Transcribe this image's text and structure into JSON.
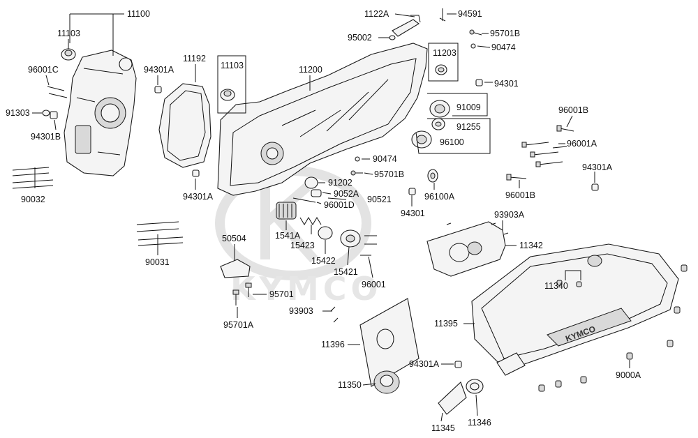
{
  "watermark": {
    "brand": "KYMCO"
  },
  "cover_logo": "KYMCO",
  "parts": [
    {
      "id": "p11100",
      "label": "11100"
    },
    {
      "id": "p11103a",
      "label": "11103"
    },
    {
      "id": "p96001c",
      "label": "96001C"
    },
    {
      "id": "p91303",
      "label": "91303"
    },
    {
      "id": "p94301b",
      "label": "94301B"
    },
    {
      "id": "p90032",
      "label": "90032"
    },
    {
      "id": "p94301a_1",
      "label": "94301A"
    },
    {
      "id": "p11192",
      "label": "11192"
    },
    {
      "id": "p94301a_2",
      "label": "94301A"
    },
    {
      "id": "p11103b",
      "label": "11103"
    },
    {
      "id": "p11200",
      "label": "11200"
    },
    {
      "id": "p1122a",
      "label": "1122A"
    },
    {
      "id": "p94591",
      "label": "94591"
    },
    {
      "id": "p95002",
      "label": "95002"
    },
    {
      "id": "p95701b_1",
      "label": "95701B"
    },
    {
      "id": "p90474_1",
      "label": "90474"
    },
    {
      "id": "p11203",
      "label": "11203"
    },
    {
      "id": "p94301_1",
      "label": "94301"
    },
    {
      "id": "p91009",
      "label": "91009"
    },
    {
      "id": "p91255",
      "label": "91255"
    },
    {
      "id": "p96100",
      "label": "96100"
    },
    {
      "id": "p96001b_1",
      "label": "96001B"
    },
    {
      "id": "p96001a",
      "label": "96001A"
    },
    {
      "id": "p94301a_3",
      "label": "94301A"
    },
    {
      "id": "p96001b_2",
      "label": "96001B"
    },
    {
      "id": "p90474_2",
      "label": "90474"
    },
    {
      "id": "p95701b_2",
      "label": "95701B"
    },
    {
      "id": "p91202",
      "label": "91202"
    },
    {
      "id": "p9052a",
      "label": "9052A"
    },
    {
      "id": "p90521",
      "label": "90521"
    },
    {
      "id": "p96001d",
      "label": "96001D"
    },
    {
      "id": "p96100a",
      "label": "96100A"
    },
    {
      "id": "p94301_2",
      "label": "94301"
    },
    {
      "id": "p93903a",
      "label": "93903A"
    },
    {
      "id": "p1541a",
      "label": "1541A"
    },
    {
      "id": "p15423",
      "label": "15423"
    },
    {
      "id": "p15422",
      "label": "15422"
    },
    {
      "id": "p15421",
      "label": "15421"
    },
    {
      "id": "p96001",
      "label": "96001"
    },
    {
      "id": "p90031",
      "label": "90031"
    },
    {
      "id": "p50504",
      "label": "50504"
    },
    {
      "id": "p95701",
      "label": "95701"
    },
    {
      "id": "p95701a",
      "label": "95701A"
    },
    {
      "id": "p93903",
      "label": "93903"
    },
    {
      "id": "p11396",
      "label": "11396"
    },
    {
      "id": "p11342",
      "label": "11342"
    },
    {
      "id": "p11340",
      "label": "11340"
    },
    {
      "id": "p11395",
      "label": "11395"
    },
    {
      "id": "p94301a_4",
      "label": "94301A"
    },
    {
      "id": "p9000a",
      "label": "9000A"
    },
    {
      "id": "p11350",
      "label": "11350"
    },
    {
      "id": "p11345",
      "label": "11345"
    },
    {
      "id": "p11346",
      "label": "11346"
    }
  ]
}
